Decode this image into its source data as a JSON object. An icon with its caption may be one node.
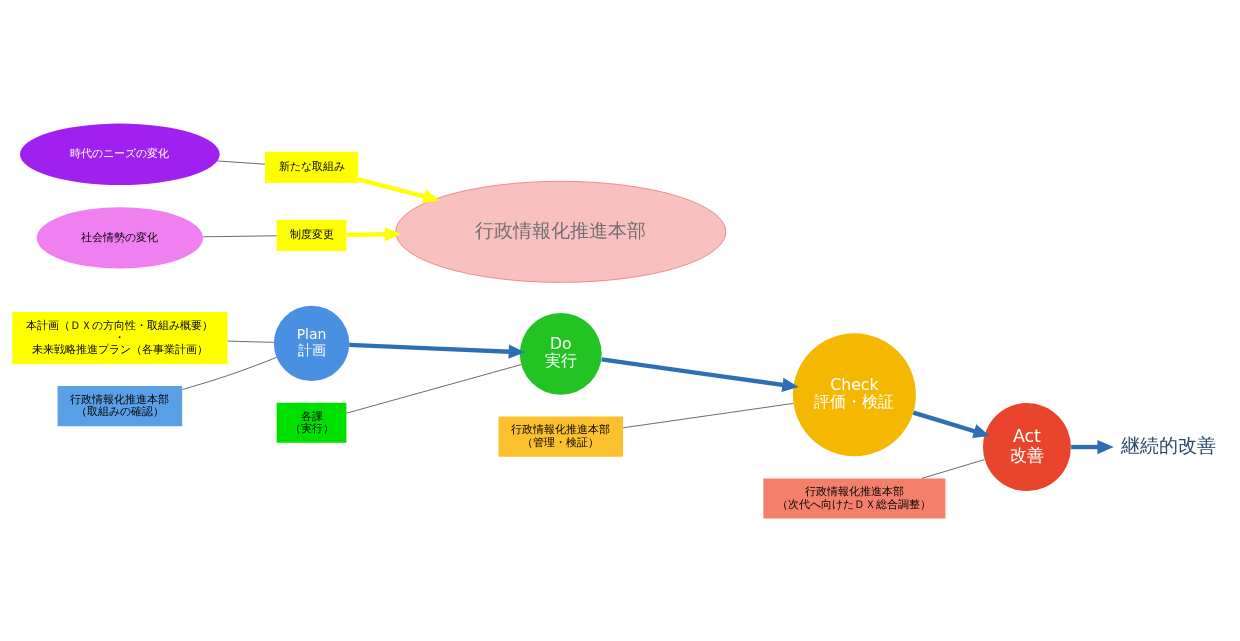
{
  "diagram": {
    "nodes": [
      {
        "text": [
          "Act",
          "改善"
        ]
      },
      {
        "text": [
          "Plan",
          "計画"
        ]
      },
      {
        "text": [
          "Do",
          "実行"
        ]
      },
      {
        "text": [
          "Check",
          "評価・検証"
        ]
      },
      {
        "text": [
          "行政情報化推進本部"
        ]
      },
      {
        "text": [
          "行政情報化推進本部",
          "（次代へ向けたＤＸ総合調整）"
        ]
      },
      {
        "text": [
          "本計画（ＤＸの方向性・取組み概要）",
          "・",
          "未来戦略推進プラン（各事業計画）"
        ]
      },
      {
        "text": [
          "行政情報化推進本部",
          "（取組みの確認）"
        ]
      },
      {
        "text": [
          "各課",
          "（実行）"
        ]
      },
      {
        "text": [
          "行政情報化推進本部",
          "（管理・検証）"
        ]
      },
      {
        "text": [
          "時代のニーズの変化"
        ]
      },
      {
        "text": [
          "社会情勢の変化"
        ]
      },
      {
        "text": [
          "新たな取組み"
        ]
      },
      {
        "text": [
          "制度変更"
        ]
      },
      {
        "text": [
          "継続的改善"
        ]
      }
    ],
    "edges": [
      {
        "from": 1,
        "to": 2,
        "arrow": "to",
        "style": "thick",
        "color": "#2e6fb4"
      },
      {
        "from": 2,
        "to": 3,
        "arrow": "to",
        "style": "thick",
        "color": "#2e6fb4"
      },
      {
        "from": 3,
        "to": 0,
        "arrow": "to",
        "style": "thick",
        "color": "#2e6fb4"
      },
      {
        "from": 0,
        "to": 14,
        "arrow": "to",
        "style": "thick",
        "color": "#2e6fb4"
      },
      {
        "from": 5,
        "to": 0,
        "arrow": "none"
      },
      {
        "from": 6,
        "to": 1,
        "arrow": "none"
      },
      {
        "from": 7,
        "to": 1,
        "arrow": "none"
      },
      {
        "from": 8,
        "to": 2,
        "arrow": "none"
      },
      {
        "from": 9,
        "to": 3,
        "arrow": "none"
      },
      {
        "from": 10,
        "to": 12,
        "arrow": "none"
      },
      {
        "from": 11,
        "to": 13,
        "arrow": "none"
      },
      {
        "from": 12,
        "to": 4,
        "arrow": "to",
        "style": "thick",
        "color": "#ffff00"
      },
      {
        "from": 13,
        "to": 4,
        "arrow": "to",
        "style": "thick",
        "color": "#ffff00"
      }
    ]
  }
}
